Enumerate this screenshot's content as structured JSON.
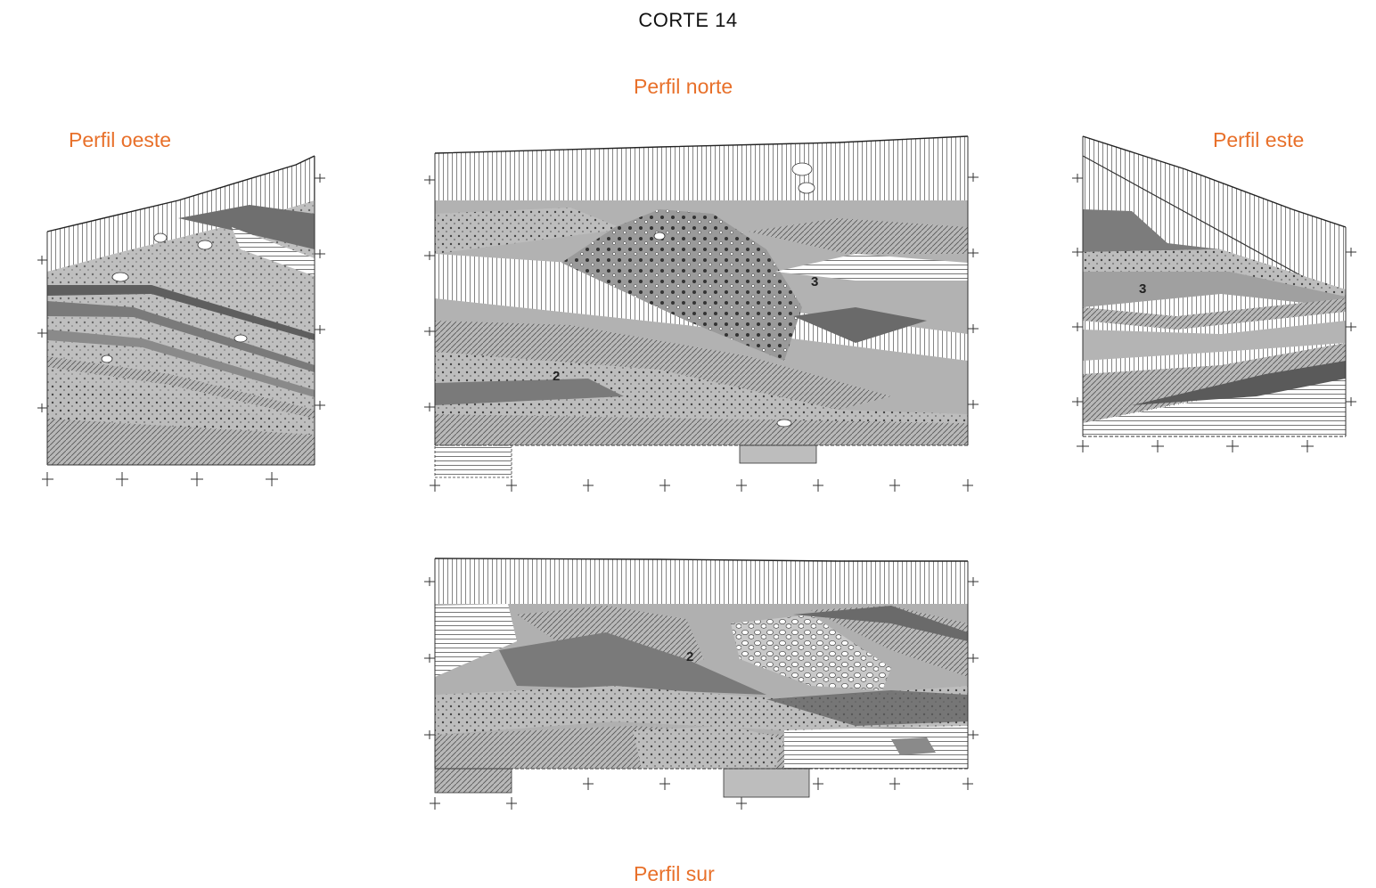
{
  "title": "CORTE 14",
  "profiles": {
    "north": {
      "label": "Perfil norte",
      "layer_numbers": [
        "2",
        "3"
      ]
    },
    "west": {
      "label": "Perfil oeste"
    },
    "east": {
      "label": "Perfil este",
      "layer_numbers": [
        "3"
      ]
    },
    "south": {
      "label": "Perfil sur",
      "layer_numbers": [
        "2"
      ]
    }
  },
  "colors": {
    "label": "#e8702a",
    "title": "#111111",
    "fill_dark": "#707070",
    "fill_mid": "#a4a4a4",
    "fill_light": "#cfcfcf"
  }
}
